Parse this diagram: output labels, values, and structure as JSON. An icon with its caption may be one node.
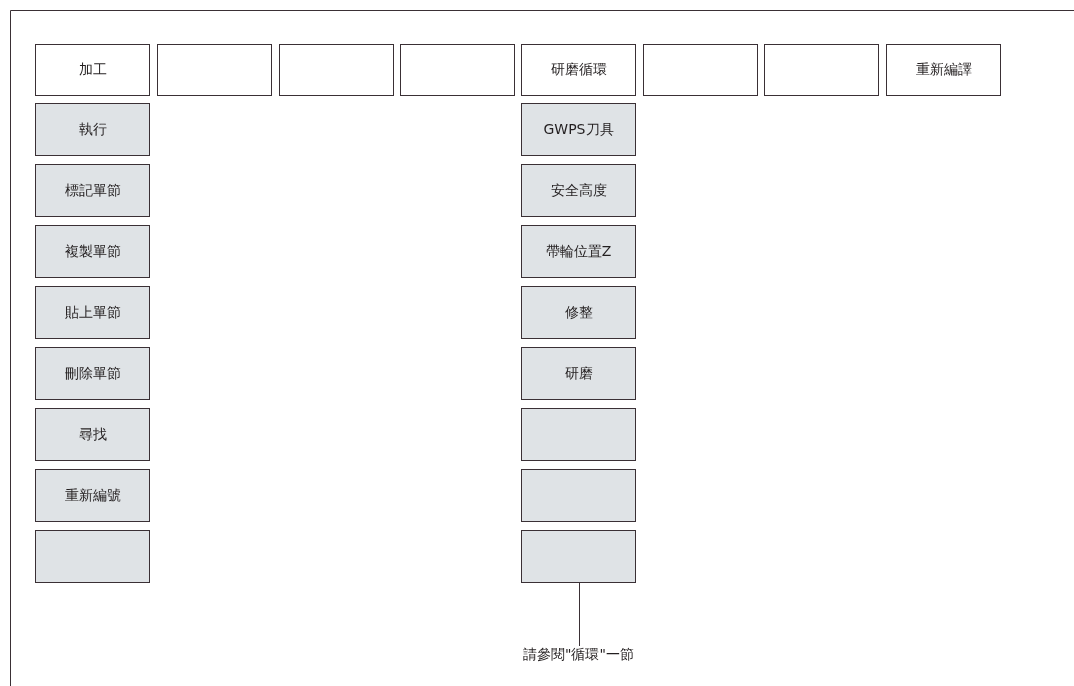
{
  "diagram": {
    "nodes": [
      {
        "text": [
          "加工"
        ]
      },
      {
        "text": [],
        "shape": "box"
      },
      {
        "text": [],
        "shape": "box"
      },
      {
        "text": [],
        "shape": "box"
      },
      {
        "text": [
          "研磨循環"
        ]
      },
      {
        "text": [],
        "shape": "box"
      },
      {
        "text": [],
        "shape": "box"
      },
      {
        "text": [
          "重新編譯"
        ]
      },
      {
        "text": [
          "執行"
        ]
      },
      {
        "text": [
          "標記單節"
        ]
      },
      {
        "text": [
          "複製單節"
        ]
      },
      {
        "text": [
          "貼上單節"
        ]
      },
      {
        "text": [
          "刪除單節"
        ]
      },
      {
        "text": [
          "尋找"
        ]
      },
      {
        "text": [
          "重新編號"
        ]
      },
      {
        "text": [],
        "shape": "box"
      },
      {
        "text": [
          "GWPS刀具"
        ]
      },
      {
        "text": [
          "安全高度"
        ]
      },
      {
        "text": [
          "帶輪位置Z"
        ]
      },
      {
        "text": [
          "修整"
        ]
      },
      {
        "text": [
          "研磨"
        ]
      },
      {
        "text": [],
        "shape": "box"
      },
      {
        "text": [],
        "shape": "box"
      },
      {
        "text": [],
        "shape": "box"
      },
      {
        "text": [
          "請參閱\"循環\"一節"
        ]
      }
    ],
    "edges": [
      {
        "from": 24,
        "to": 23,
        "arrow": "none"
      }
    ]
  }
}
